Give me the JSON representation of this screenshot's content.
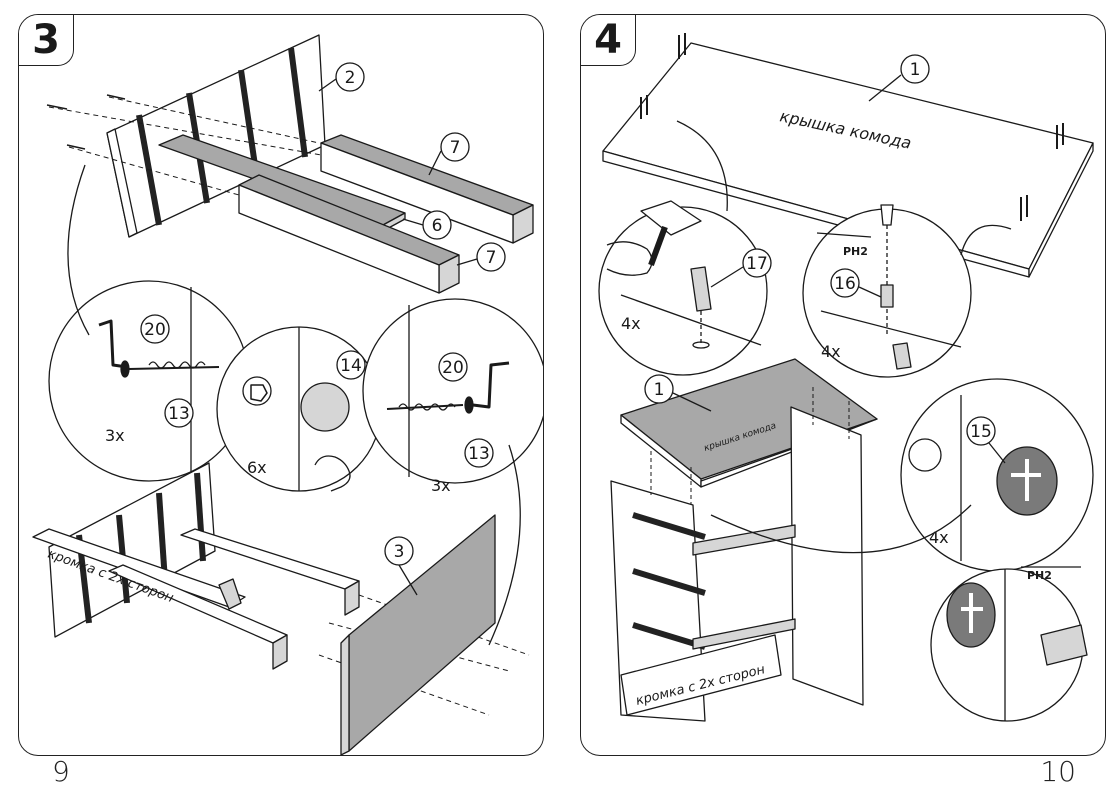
{
  "steps": [
    {
      "number": "3",
      "part_labels": {
        "p2": "2",
        "p7a": "7",
        "p6": "6",
        "p7b": "7",
        "p20a": "20",
        "p13a": "13",
        "p14": "14",
        "p20b": "20",
        "p13b": "13",
        "p3": "3"
      },
      "quantities": {
        "q1": "3x",
        "q2": "6x",
        "q3": "3x"
      },
      "panel_text": "кромка с 2х сторон"
    },
    {
      "number": "4",
      "part_labels": {
        "p1a": "1",
        "p17": "17",
        "p16": "16",
        "p1b": "1",
        "p15": "15"
      },
      "quantities": {
        "q1": "4x",
        "q2": "4x",
        "q3": "4x"
      },
      "panel_texts": {
        "top": "крышка комода",
        "top_small": "крышка комода",
        "edge": "кромка с 2х сторон"
      },
      "tool_labels": {
        "t1": "PH2",
        "t2": "PH2"
      }
    }
  ],
  "pages": {
    "left": "9",
    "right": "10"
  },
  "colors": {
    "ink": "#1a1a1a",
    "panel_gray": "#a8a8a8",
    "light_gray": "#d6d6d6"
  }
}
